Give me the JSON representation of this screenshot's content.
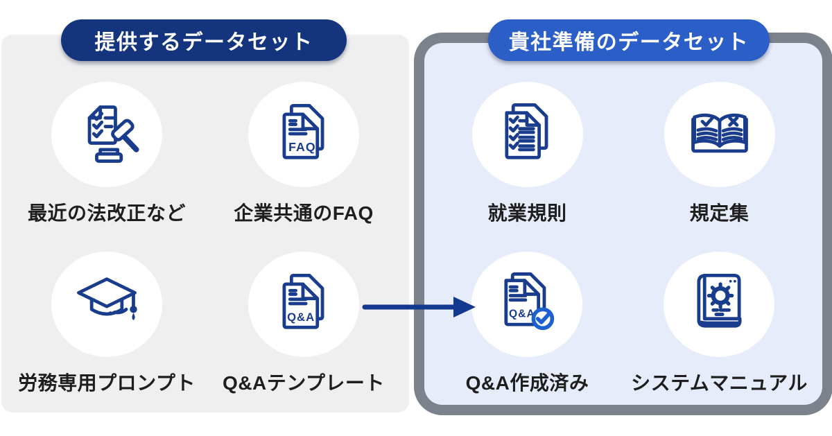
{
  "panels": {
    "provided": {
      "title": "提供するデータセット",
      "pill_color": "#14357e",
      "bg_color": "#efeff0",
      "items": [
        {
          "label": "最近の法改正など",
          "icon": "law-check-gavel-icon"
        },
        {
          "label": "企業共通のFAQ",
          "icon": "faq-documents-icon",
          "badge_text": "FAQ"
        },
        {
          "label": "労務専用プロンプト",
          "icon": "graduation-cap-icon"
        },
        {
          "label": "Q&Aテンプレート",
          "icon": "qa-documents-icon",
          "badge_text": "Q&A"
        }
      ]
    },
    "customer": {
      "title": "貴社準備のデータセット",
      "pill_color": "#2b5ec6",
      "bg_color": "#e7ecfa",
      "items": [
        {
          "label": "就業規則",
          "icon": "checklist-documents-icon"
        },
        {
          "label": "規定集",
          "icon": "open-book-check-icon"
        },
        {
          "label": "Q&A作成済み",
          "icon": "qa-completed-check-icon",
          "badge_text": "Q&A"
        },
        {
          "label": "システムマニュアル",
          "icon": "system-manual-book-icon"
        }
      ]
    }
  },
  "arrow": {
    "direction": "left-to-right",
    "color": "#12398f"
  },
  "colors": {
    "icon_stroke": "#1a3c8c",
    "accent_blue": "#1d60cf",
    "label_text": "#1e1e1e",
    "shadow_gray": "#7b828c",
    "circle_bg": "#ffffff"
  }
}
